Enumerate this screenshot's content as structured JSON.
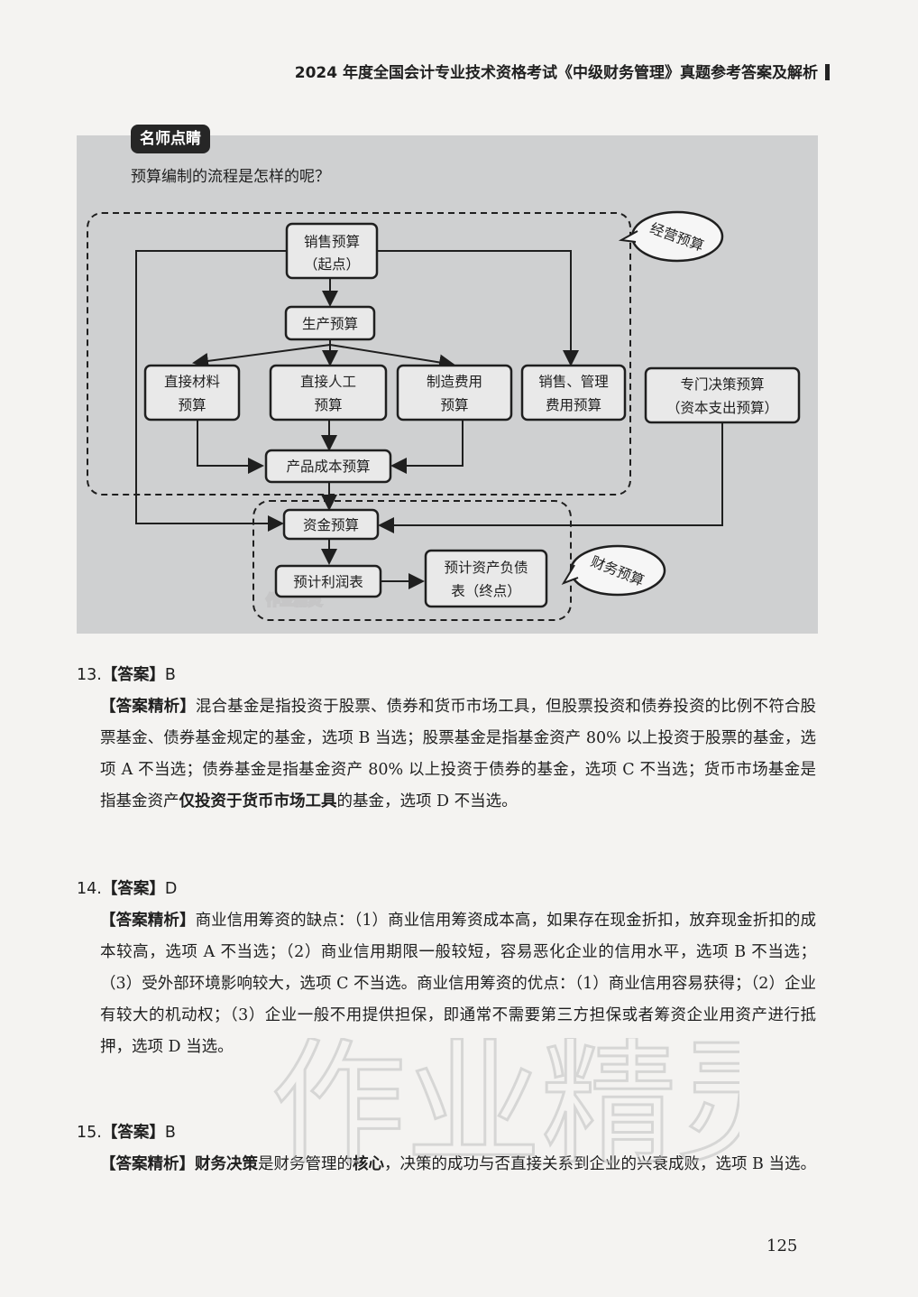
{
  "header": {
    "title": "2024 年度全国会计专业技术资格考试《中级财务管理》真题参考答案及解析"
  },
  "tip": {
    "label": "名师点睛",
    "question": "预算编制的流程是怎样的呢？",
    "diagram": {
      "sales_budget": "销售预算",
      "sales_budget_note": "（起点）",
      "production_budget": "生产预算",
      "direct_material": [
        "直接材料",
        "预算"
      ],
      "direct_labor": [
        "直接人工",
        "预算"
      ],
      "overhead": [
        "制造费用",
        "预算"
      ],
      "sales_admin": [
        "销售、管理",
        "费用预算"
      ],
      "special_decision": [
        "专门决策预算",
        "（资本支出预算）"
      ],
      "product_cost": "产品成本预算",
      "cash_budget": "资金预算",
      "profit_statement": "预计利润表",
      "balance_sheet": [
        "预计资产负债",
        "表（终点）"
      ],
      "operating_bubble": "经营预算",
      "financial_bubble": "财务预算",
      "watermark": "作业精灵"
    }
  },
  "questions": [
    {
      "num": "13.",
      "answer_label": "【答案】",
      "answer": "B",
      "exp_label": "【答案精析】",
      "exp_parts": [
        "混合基金是指投资于股票、债券和货币市场工具，但股票投资和债券投资的比例不符合股票基金、债券基金规定的基金，选项 B 当选；股票基金是指基金资产 80% 以上投资于股票的基金，选项 A 不当选；债券基金是指基金资产 80% 以上投资于债券的基金，选项 C 不当选；货币市场基金是指基金资产",
        "仅投资于货币市场工具",
        "的基金，选项 D 不当选。"
      ]
    },
    {
      "num": "14.",
      "answer_label": "【答案】",
      "answer": "D",
      "exp_label": "【答案精析】",
      "exp_parts": [
        "商业信用筹资的缺点：（1）商业信用筹资成本高，如果存在现金折扣，放弃现金折扣的成本较高，选项 A 不当选；（2）商业信用期限一般较短，容易恶化企业的信用水平，选项 B 不当选；（3）受外部环境影响较大，选项 C 不当选。商业信用筹资的优点：（1）商业信用容易获得；（2）企业有较大的机动权；（3）企业一般不用提供担保，即通常不需要第三方担保或者筹资企业用资产进行抵押，选项 D 当选。"
      ]
    },
    {
      "num": "15.",
      "answer_label": "【答案】",
      "answer": "B",
      "exp_label": "【答案精析】",
      "exp_parts": [
        "财务决策",
        "是财务管理的",
        "核心",
        "，决策的成功与否直接关系到企业的兴衰成败，选项 B 当选。"
      ]
    }
  ],
  "page_number": "125"
}
